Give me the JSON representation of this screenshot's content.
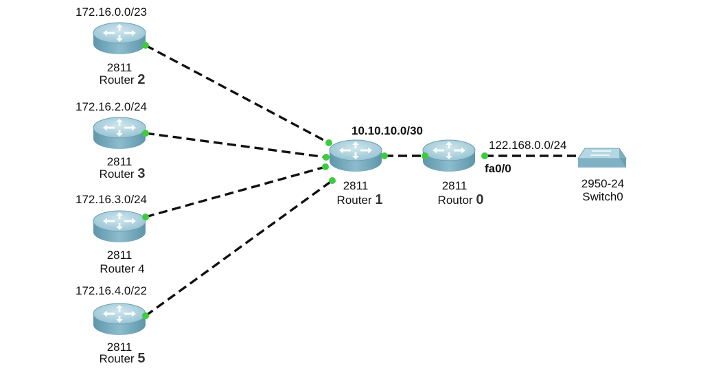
{
  "devices": {
    "router2": {
      "model": "2811",
      "name": "Router",
      "number": "2",
      "network": "172.16.0.0/23"
    },
    "router3": {
      "model": "2811",
      "name": "Router",
      "number": "3",
      "network": "172.16.2.0/24"
    },
    "router4": {
      "model": "2811",
      "name": "Router",
      "number": "4",
      "network": "172.16.3.0/24"
    },
    "router5": {
      "model": "2811",
      "name": "Router",
      "number": "5",
      "network": "172.16.4.0/22"
    },
    "router1": {
      "model": "2811",
      "name": "Router",
      "number": "1"
    },
    "router0": {
      "model": "2811",
      "name": "Routor",
      "number": "0"
    },
    "switch0": {
      "model": "2950-24",
      "name": "Switch0"
    }
  },
  "links": {
    "r1_r0_network": "10.10.10.0/30",
    "r0_sw_network": "122.168.0.0/24",
    "r0_interface": "fa0/0"
  },
  "colors": {
    "link": "#111111",
    "port_up": "#3dcc3d",
    "router_body": "#7fb0c4",
    "router_top": "#a9cfdc",
    "switch_body": "#8fbccd"
  }
}
